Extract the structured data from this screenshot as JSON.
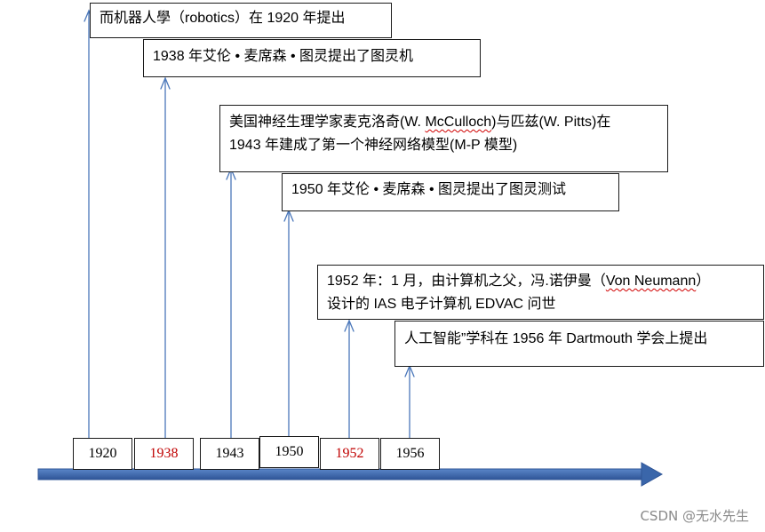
{
  "events": [
    {
      "text": "而机器人學（robotics）在 1920 年提出"
    },
    {
      "text": "1938 年艾伦 • 麦席森 • 图灵提出了图灵机"
    },
    {
      "line1_a": "美国神经生理学家麦克洛奇(W. ",
      "line1_w1": "McCulloch",
      "line1_b": ")与匹兹(W. Pitts)在",
      "line2": "1943 年建成了第一个神经网络模型(M-P 模型)"
    },
    {
      "text": "1950 年艾伦 • 麦席森 • 图灵提出了图灵测试"
    },
    {
      "line1_a": "1952 年：1 月，由计算机之父，冯.诺伊曼（",
      "line1_w1": "Von Neumann",
      "line1_b": "）",
      "line2": "设计的 IAS 电子计算机 EDVAC 问世"
    },
    {
      "text": "人工智能”学科在 1956  年 Dartmouth 学会上提出"
    }
  ],
  "years": [
    "1920",
    "1938",
    "1943",
    "1950",
    "1952",
    "1956"
  ],
  "colors": {
    "arrow": "#4a77ba",
    "arrow_dark": "#2f5597",
    "axis": "#3f6eb3",
    "red_year": "#c00000"
  },
  "watermark": "CSDN @无水先生"
}
